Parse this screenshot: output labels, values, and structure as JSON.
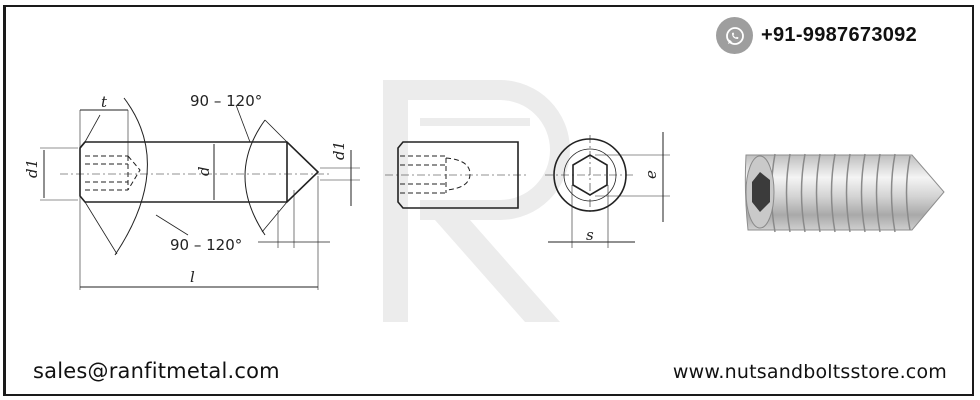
{
  "header": {
    "phone_icon": "whatsapp-icon",
    "phone": "+91-9987673092"
  },
  "drawing": {
    "angle_top": "90 – 120°",
    "angle_bottom": "90 – 120°",
    "label_t": "t",
    "label_d1_left": "d1",
    "label_d": "d",
    "label_d1_right": "d1",
    "label_l": "l",
    "label_e": "e",
    "label_s": "s",
    "watermark": "R"
  },
  "product": {
    "image_alt": "Stainless steel hex socket set screw with cone point"
  },
  "footer": {
    "email": "sales@ranfitmetal.com",
    "website": "www.nutsandboltsstore.com"
  },
  "colors": {
    "border": "#1a1a1a",
    "icon_bg": "#9e9e9e",
    "watermark": "#ececec",
    "text": "#111111"
  }
}
